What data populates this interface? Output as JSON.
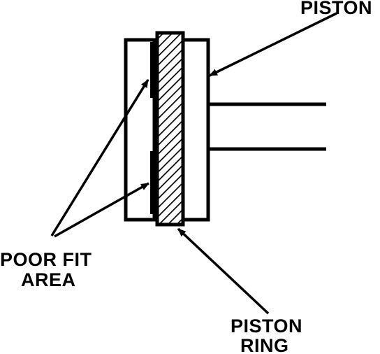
{
  "colors": {
    "ink": "#000000",
    "background": "#ffffff"
  },
  "labels": {
    "piston": "PISTON",
    "poor_fit_area": [
      "POOR FIT",
      "AREA"
    ],
    "piston_ring": [
      "PISTON",
      "RING"
    ]
  }
}
